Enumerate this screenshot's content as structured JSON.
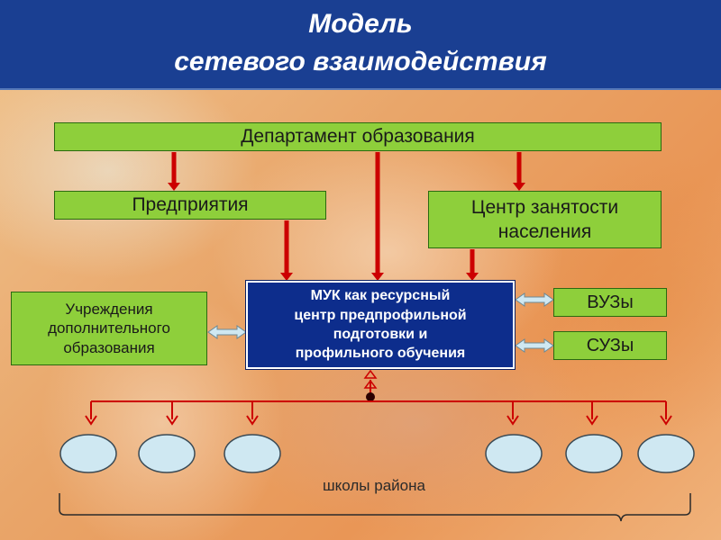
{
  "title": {
    "line1": "Модель",
    "line2": "сетевого взаимодействия"
  },
  "nodes": {
    "department": "Департамент образования",
    "enterprises": "Предприятия",
    "employment_center": [
      "Центр занятости",
      "населения"
    ],
    "additional_education": [
      "Учреждения",
      "дополнительного",
      "образования"
    ],
    "center": [
      "МУК как ресурсный",
      "центр предпрофильной",
      "подготовки и",
      "профильного обучения"
    ],
    "universities": "ВУЗы",
    "colleges": "СУЗы"
  },
  "schools": {
    "label": "школы района",
    "count": 6
  },
  "colors": {
    "header": "#1a3f92",
    "green_box": "#8ecf3b",
    "center_box": "#0d2d8c",
    "arrow_red": "#cc0000",
    "school_fill": "#cfe8f2",
    "double_arrow": "#cfe8f2"
  }
}
